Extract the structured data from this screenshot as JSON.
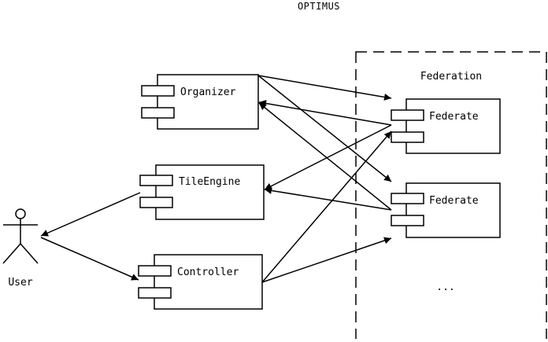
{
  "title": "OPTIMUS",
  "actor": {
    "label": "User"
  },
  "components": {
    "organizer": "Organizer",
    "tileengine": "TileEngine",
    "controller": "Controller"
  },
  "federation": {
    "label": "Federation",
    "federates": [
      "Federate",
      "Federate"
    ],
    "ellipsis": "..."
  },
  "colors": {
    "stroke": "#000000",
    "background": "#ffffff"
  }
}
